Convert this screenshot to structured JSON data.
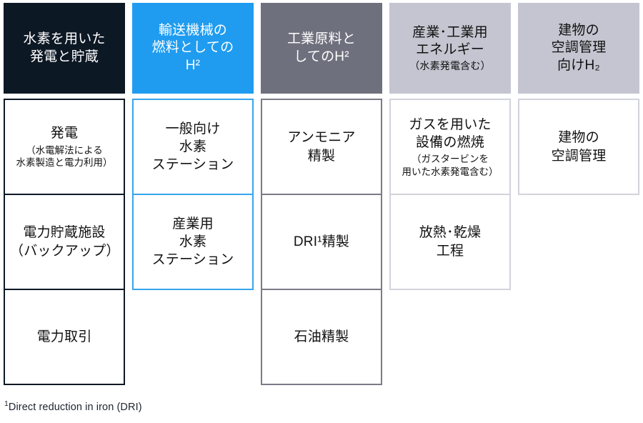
{
  "diagram": {
    "title_text": "",
    "columns": [
      {
        "id": "power-generation-storage",
        "header": "水素を用いた\n発電と貯蔵",
        "header_line1": "水素を用いた",
        "header_line2": "発電と貯蔵",
        "header_sub": "",
        "header_bg": "#0d1825",
        "header_fg": "#ffffff",
        "border": "#0d1825",
        "cells": [
          {
            "label": "発電",
            "note_line1": "（水電解法による",
            "note_line2": "水素製造と電力利用）"
          },
          {
            "label_line1": "電力貯蔵施設",
            "label_line2": "（バックアップ）",
            "note_line1": "",
            "note_line2": ""
          },
          {
            "label": "電力取引",
            "note_line1": "",
            "note_line2": ""
          }
        ]
      },
      {
        "id": "transport-fuel-h2",
        "header_line1": "輸送機械の",
        "header_line2": "燃料としての",
        "header_line3": "H²",
        "header_bg": "#1f9cf0",
        "header_fg": "#ffffff",
        "border": "#37a5ee",
        "cells": [
          {
            "label_line1": "一般向け",
            "label_line2": "水素",
            "label_line3": "ステーション"
          },
          {
            "label_line1": "産業用",
            "label_line2": "水素",
            "label_line3": "ステーション"
          }
        ]
      },
      {
        "id": "industrial-feedstock-h2",
        "header_line1": "工業原料と",
        "header_line2": "してのH²",
        "header_bg": "#6f707d",
        "header_fg": "#ffffff",
        "border": "#7a7b87",
        "cells": [
          {
            "label_line1": "アンモニア",
            "label_line2": "精製"
          },
          {
            "label": "DRI¹精製"
          },
          {
            "label": "石油精製"
          }
        ]
      },
      {
        "id": "industrial-energy",
        "header_line1": "産業･工業用",
        "header_line2": "エネルギー",
        "header_sub": "（水素発電含む）",
        "header_bg": "#c4c5d0",
        "header_fg": "#111111",
        "border": "#d2d3dc",
        "cells": [
          {
            "label_line1": "ガスを用いた",
            "label_line2": "設備の燃焼",
            "note_line1": "（ガスタービンを",
            "note_line2": "用いた水素発電含む）"
          },
          {
            "label_line1": "放熱･乾燥",
            "label_line2": "工程"
          }
        ]
      },
      {
        "id": "building-hvac-h2",
        "header_line1": "建物の",
        "header_line2": "空調管理",
        "header_line3": "向けH₂",
        "header_bg": "#c4c5d0",
        "header_fg": "#111111",
        "border": "#d2d3dc",
        "cells": [
          {
            "label_line1": "建物の",
            "label_line2": "空調管理"
          }
        ]
      }
    ]
  },
  "footnote": {
    "marker": "1",
    "text": "Direct reduction  in iron (DRI)"
  }
}
